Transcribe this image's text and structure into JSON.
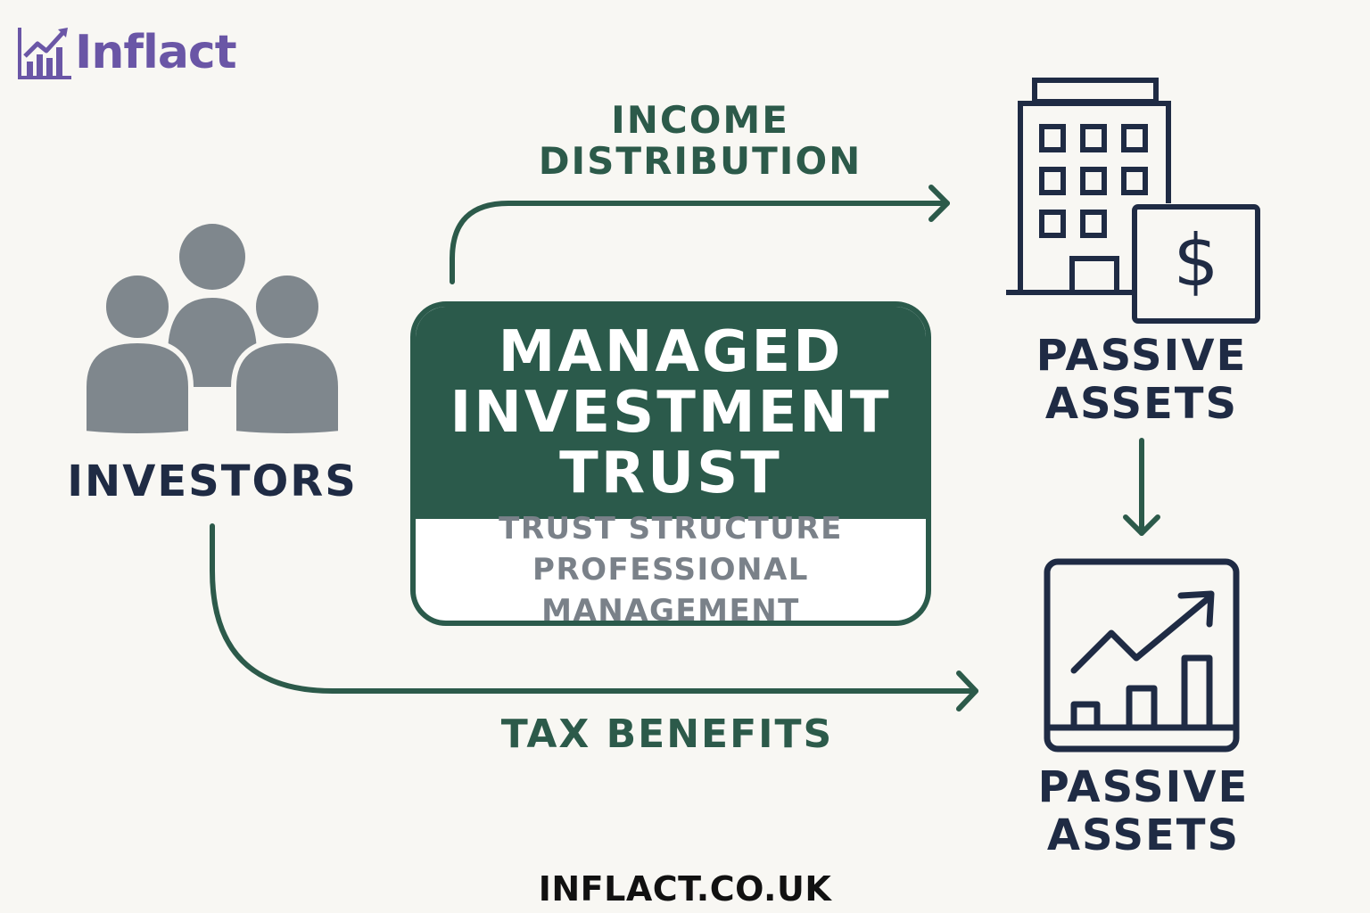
{
  "logo": {
    "text": "Inflact",
    "icon": "bar-chart-icon",
    "color": "#6a56a6"
  },
  "nodes": {
    "investors": {
      "label": "INVESTORS",
      "icon": "people-group-icon"
    },
    "trust": {
      "title": "MANAGED\nINVESTMENT\nTRUST",
      "subtitle_line1": "TRUST STRUCTURE",
      "subtitle_line2": "PROFESSIONAL MANAGEMENT"
    },
    "passive_assets_top": {
      "label_line1": "PASSIVE",
      "label_line2": "ASSETS",
      "icon": "building-dollar-icon"
    },
    "passive_assets_bottom": {
      "label_line1": "PASSIVE",
      "label_line2": "ASSETS",
      "icon": "growth-chart-icon"
    }
  },
  "edges": {
    "income": {
      "label_line1": "INCOME",
      "label_line2": "DISTRIBUTION"
    },
    "tax": {
      "label": "TAX BENEFITS"
    }
  },
  "footer": {
    "url": "INFLACT.CO.UK"
  },
  "colors": {
    "primary_green": "#2b5a4b",
    "navy": "#1f2b44",
    "grey_icon": "#7f878d",
    "background": "#f8f7f3"
  }
}
